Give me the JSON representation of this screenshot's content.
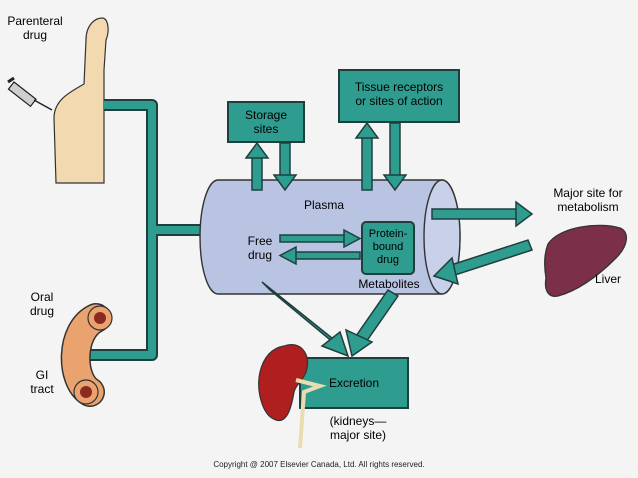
{
  "labels": {
    "parenteral_drug": "Parenteral\ndrug",
    "oral_drug": "Oral\ndrug",
    "gi_tract": "GI\ntract",
    "storage_sites": "Storage\nsites",
    "tissue_receptors": "Tissue receptors\nor sites of action",
    "plasma": "Plasma",
    "free_drug": "Free\ndrug",
    "protein_bound_drug": "Protein-\nbound\ndrug",
    "metabolites": "Metabolites",
    "major_site_metabolism": "Major site for\nmetabolism",
    "liver": "Liver",
    "excretion": "Excretion",
    "kidneys_major_site": "(kidneys—\nmajor site)"
  },
  "copyright": "Copyright @ 2007 Elsevier Canada, Ltd. All rights reserved.",
  "colors": {
    "teal_box": "#2f9c90",
    "dark_teal_stroke": "#1f3f3d",
    "plasma_fill": "#b9c3e2",
    "liver": "#7c2f48",
    "kidney": "#b01f1f",
    "skin": "#f3d9b0",
    "gi_tube": "#eaa36e"
  }
}
